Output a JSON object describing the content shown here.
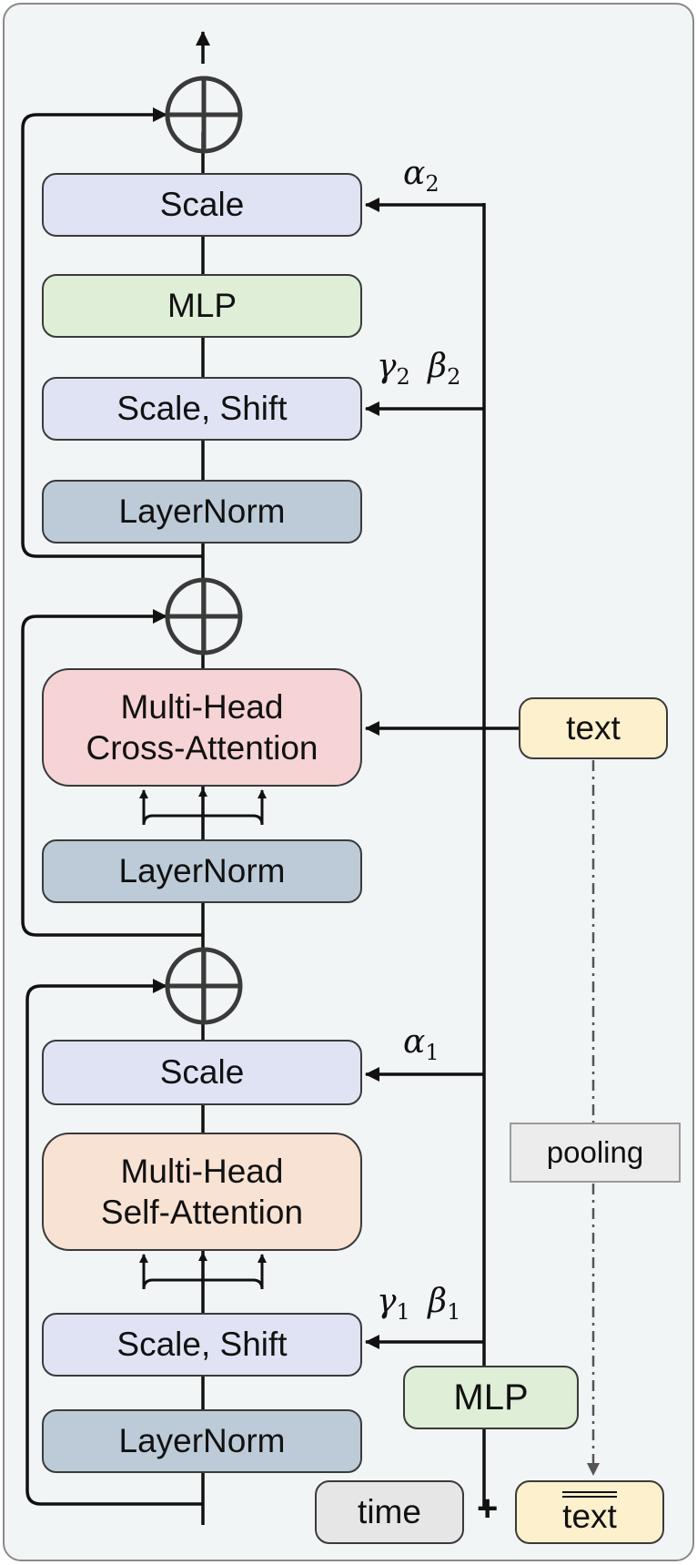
{
  "blocks": {
    "scale_top": "Scale",
    "mlp_top": "MLP",
    "scale_shift_top": "Scale, Shift",
    "layernorm_top": "LayerNorm",
    "cross_attention_line1": "Multi-Head",
    "cross_attention_line2": "Cross-Attention",
    "layernorm_mid": "LayerNorm",
    "scale_bottom": "Scale",
    "self_attention_line1": "Multi-Head",
    "self_attention_line2": "Self-Attention",
    "scale_shift_bottom": "Scale, Shift",
    "layernorm_bottom": "LayerNorm"
  },
  "conditioning": {
    "text": "text",
    "pooling": "pooling",
    "mlp": "MLP",
    "time": "time",
    "plus": "+",
    "pooled_text": "text"
  },
  "labels": {
    "alpha": "α",
    "alpha2_sub": "2",
    "alpha1_sub": "1",
    "gamma": "γ",
    "beta": "β",
    "gamma2_sub": "2",
    "beta2_sub": "2",
    "gamma1_sub": "1",
    "beta1_sub": "1"
  },
  "colors": {
    "scale": "#dfe3f3",
    "layernorm": "#bccbd7",
    "mlp": "#dfeed7",
    "cross_attention": "#f6d3d4",
    "self_attention": "#f8e2d3",
    "text_input": "#fdf0cc",
    "time_input": "#e6e6e6",
    "pooling": "#ececec",
    "background": "#f2f5f6"
  }
}
